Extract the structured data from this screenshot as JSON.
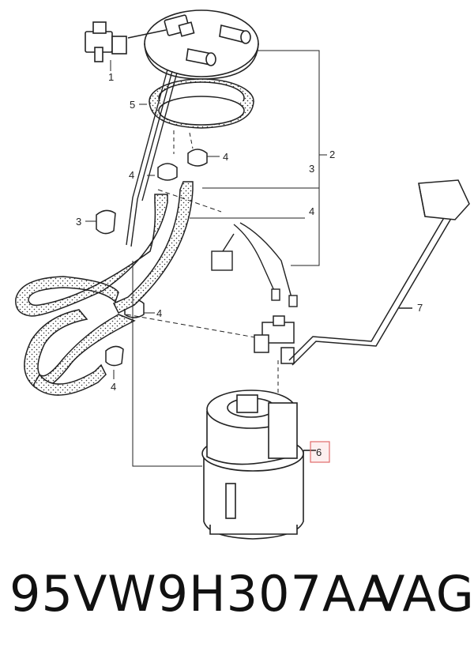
{
  "callouts": {
    "c1": "1",
    "c2": "2",
    "c3a": "3",
    "c3b": "3",
    "c4a": "4",
    "c4b": "4",
    "c4c": "4",
    "c4d": "4",
    "c4e": "4",
    "c5": "5",
    "c6": "6",
    "c7": "7"
  },
  "highlight": {
    "callout": "6",
    "color": "#e06a6a"
  },
  "caption": {
    "part_number": "95VW9H307AA",
    "brand": "VAG"
  }
}
